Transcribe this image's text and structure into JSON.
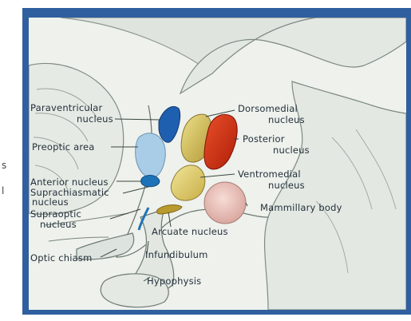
{
  "labels": {
    "paraventricular_l1": "Paraventricular",
    "paraventricular_l2": "nucleus",
    "preoptic_area": "Preoptic area",
    "anterior_nucleus": "Anterior nucleus",
    "suprachiasmatic_l1": "Suprachiasmatic",
    "suprachiasmatic_l2": "nucleus",
    "supraoptic_l1": "Supraoptic",
    "supraoptic_l2": "nucleus",
    "optic_chiasm": "Optic chiasm",
    "dorsomedial_l1": "Dorsomedial",
    "dorsomedial_l2": "nucleus",
    "posterior_l1": "Posterior",
    "posterior_l2": "nucleus",
    "ventromedial_l1": "Ventromedial",
    "ventromedial_l2": "nucleus",
    "mammillary_body": "Mammillary body",
    "arcuate_nucleus": "Arcuate nucleus",
    "infundibulum": "Infundibulum",
    "hypophysis": "Hypophysis"
  },
  "edge_fragments": {
    "frag_s": "s",
    "frag_l": "l"
  },
  "colors": {
    "frame": "#2f5f9e",
    "paraventricular": "#1f5fb0",
    "preoptic": "#a9cde6",
    "anterior": "#1e73b8",
    "dorsomedial": "#d8c35a",
    "posterior": "#cf2a10",
    "ventromedial": "#e3cf5e",
    "mammillary": "#efc7c1",
    "arcuate": "#b99a2e"
  }
}
